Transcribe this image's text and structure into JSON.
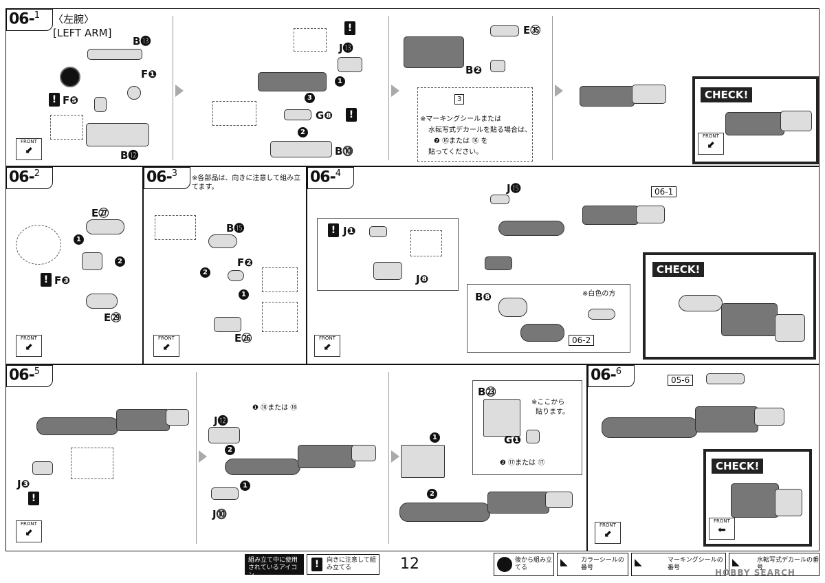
{
  "steps": {
    "s061": {
      "num": "06-",
      "sub": "1",
      "title_jp": "〈左腕〉",
      "title_en": "[LEFT ARM]"
    },
    "s062": {
      "num": "06-",
      "sub": "2"
    },
    "s063": {
      "num": "06-",
      "sub": "3",
      "note": "※各部品は、向きに注意して組み立てます。"
    },
    "s064": {
      "num": "06-",
      "sub": "4"
    },
    "s065": {
      "num": "06-",
      "sub": "5"
    },
    "s066": {
      "num": "06-",
      "sub": "6"
    }
  },
  "parts": {
    "b13": "B⓭",
    "f1": "F❶",
    "f5": "F❺",
    "b12": "B⓬",
    "j13": "J⓭",
    "g8": "G❽",
    "b10": "B⓾",
    "e35": "E㉟",
    "b2": "B❷",
    "e27": "E㉗",
    "f3": "F❸",
    "e29": "E㉙",
    "b15": "B⓯",
    "f2": "F❷",
    "e26": "E㉖",
    "j15": "J⓯",
    "j1": "J❶",
    "j8": "J❽",
    "b8": "B❽",
    "ref061": "06-1",
    "ref062": "06-2",
    "j12": "J⓬",
    "j3": "J❸",
    "j10": "J⓾",
    "b23": "B㉓",
    "g1": "G❶",
    "ref056": "05-6"
  },
  "notes": {
    "marking_line1": "※マーキングシールまたは",
    "marking_line2": "水転写式デカールを貼る場合は、",
    "marking_line3": "❷ ⑯または ⑯ を",
    "marking_line4": "貼ってください。",
    "seal_3": "3",
    "white_side": "※白色の方",
    "seal_68": "❶ ⑱または ⑱",
    "paste_here_1": "※ここから",
    "paste_here_2": "貼ります。",
    "seal_67": "❷ ⑰または ⑰"
  },
  "labels": {
    "check": "CHECK!",
    "front": "FRONT",
    "warn": "!"
  },
  "step_numbers": {
    "one": "1",
    "two": "2",
    "three": "3"
  },
  "footer": {
    "icons_used": "組み立て中に使用されているアイコン",
    "orientation": "向きに注意して組み立てる",
    "page": "12",
    "from_back": "後から組み立てる",
    "color_seal": "カラーシールの番号",
    "marking_seal": "マーキングシールの番号",
    "water_decal": "水転写式デカールの番号",
    "watermark": "HOBBY SEARCH"
  }
}
